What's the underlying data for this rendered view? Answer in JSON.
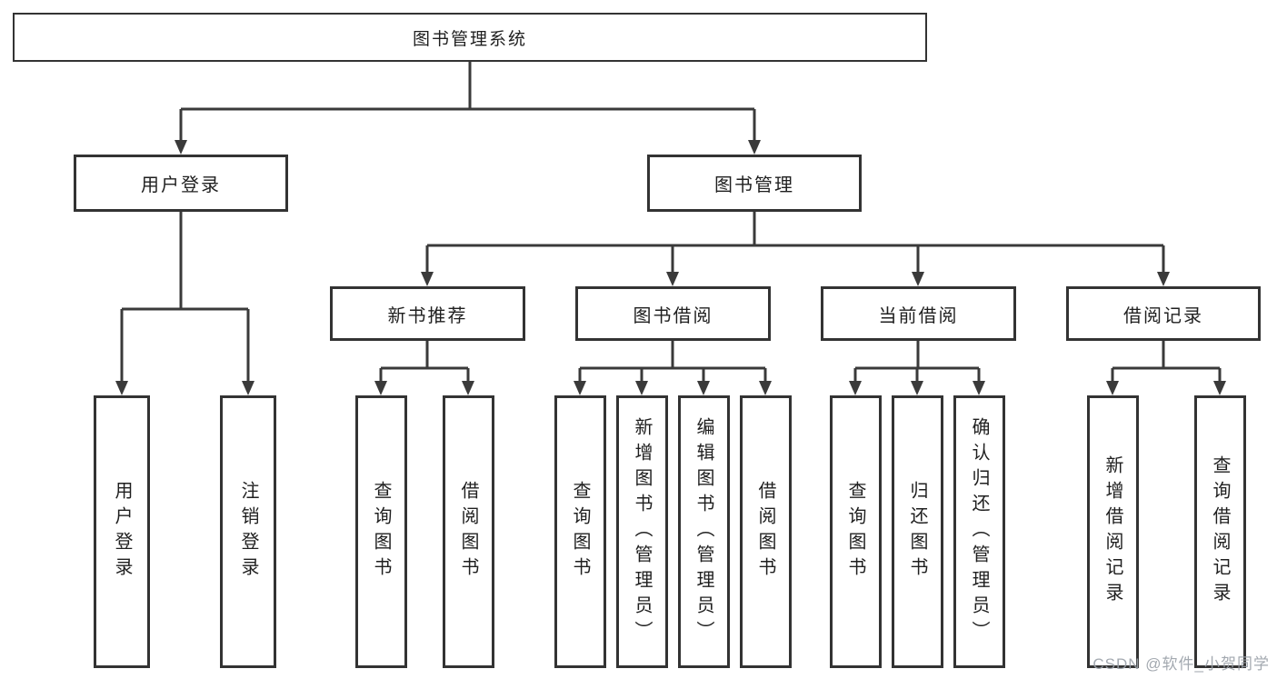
{
  "tree": {
    "label": "图书管理系统",
    "children": [
      {
        "label": "用户登录",
        "children": [
          {
            "label": "用户登录"
          },
          {
            "label": "注销登录"
          }
        ]
      },
      {
        "label": "图书管理",
        "children": [
          {
            "label": "新书推荐",
            "children": [
              {
                "label": "查询图书"
              },
              {
                "label": "借阅图书"
              }
            ]
          },
          {
            "label": "图书借阅",
            "children": [
              {
                "label": "查询图书"
              },
              {
                "label": "新增图书（管理员）"
              },
              {
                "label": "编辑图书（管理员）"
              },
              {
                "label": "借阅图书"
              }
            ]
          },
          {
            "label": "当前借阅",
            "children": [
              {
                "label": "查询图书"
              },
              {
                "label": "归还图书"
              },
              {
                "label": "确认归还（管理员）"
              }
            ]
          },
          {
            "label": "借阅记录",
            "children": [
              {
                "label": "新增借阅记录"
              },
              {
                "label": "查询借阅记录"
              }
            ]
          }
        ]
      }
    ]
  },
  "watermark": "CSDN @软件_小贺同学",
  "colors": {
    "line": "#3a3a3a",
    "border": "#333333",
    "text": "#1f1f1f",
    "watermark": "#9aa0a8",
    "background": "#ffffff"
  }
}
